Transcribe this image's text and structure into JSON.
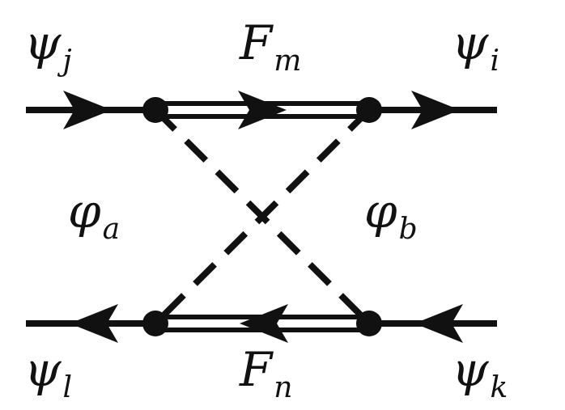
{
  "diagram": {
    "labels": {
      "top_left": {
        "main": "ψ",
        "sub": "j"
      },
      "top_mid": {
        "main": "F",
        "sub": "m"
      },
      "top_right": {
        "main": "ψ",
        "sub": "i"
      },
      "mid_left": {
        "main": "φ",
        "sub": "a"
      },
      "mid_right": {
        "main": "φ",
        "sub": "b"
      },
      "bottom_left": {
        "main": "ψ",
        "sub": "l"
      },
      "bottom_mid": {
        "main": "F",
        "sub": "n"
      },
      "bottom_right": {
        "main": "ψ",
        "sub": "k"
      }
    },
    "colors": {
      "ink": "#111111",
      "background": "#ffffff"
    }
  }
}
